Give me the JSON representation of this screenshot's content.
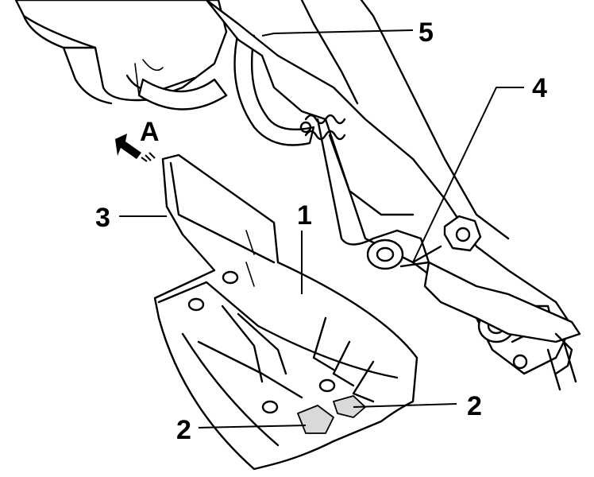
{
  "callouts": {
    "c1": "1",
    "c2a": "2",
    "c2b": "2",
    "c3": "3",
    "c4": "4",
    "c5": "5",
    "arrow": "A"
  }
}
